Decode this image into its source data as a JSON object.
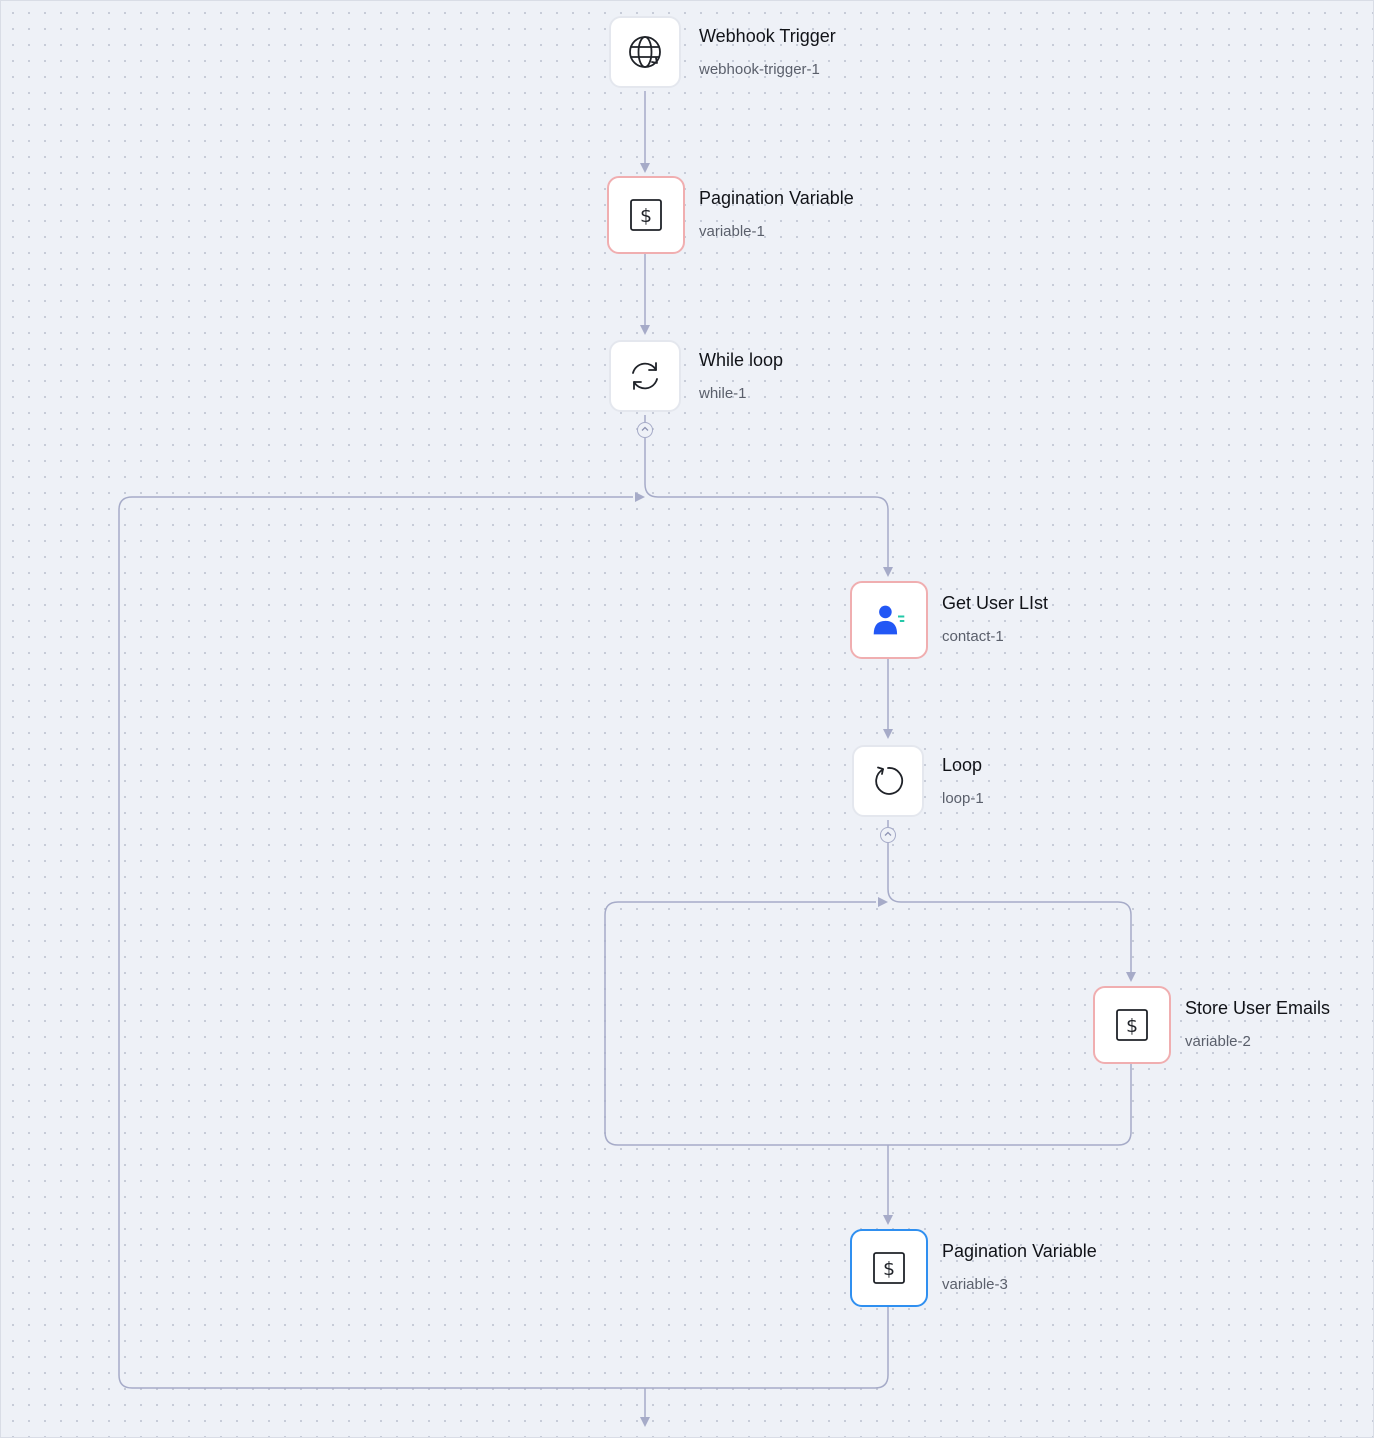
{
  "nodes": [
    {
      "title": "Webhook Trigger",
      "subtitle": "webhook-trigger-1",
      "icon": "globe-icon",
      "state": "normal"
    },
    {
      "title": "Pagination Variable",
      "subtitle": "variable-1",
      "icon": "dollar-variable-icon",
      "state": "error"
    },
    {
      "title": "While loop",
      "subtitle": "while-1",
      "icon": "refresh-icon",
      "state": "normal"
    },
    {
      "title": "Get User LIst",
      "subtitle": "contact-1",
      "icon": "contact-user-icon",
      "state": "error"
    },
    {
      "title": "Loop",
      "subtitle": "loop-1",
      "icon": "loop-icon",
      "state": "normal"
    },
    {
      "title": "Store User Emails",
      "subtitle": "variable-2",
      "icon": "dollar-variable-icon",
      "state": "error"
    },
    {
      "title": "Pagination Variable",
      "subtitle": "variable-3",
      "icon": "dollar-variable-icon",
      "state": "selected"
    }
  ],
  "colors": {
    "canvas_background": "#eef1f7",
    "edge": "#a6abc8",
    "error_border": "#f0aeb0",
    "selected_border": "#2f8ff0",
    "contact_icon_blue": "#2257f5",
    "contact_icon_teal": "#23c8a8"
  }
}
